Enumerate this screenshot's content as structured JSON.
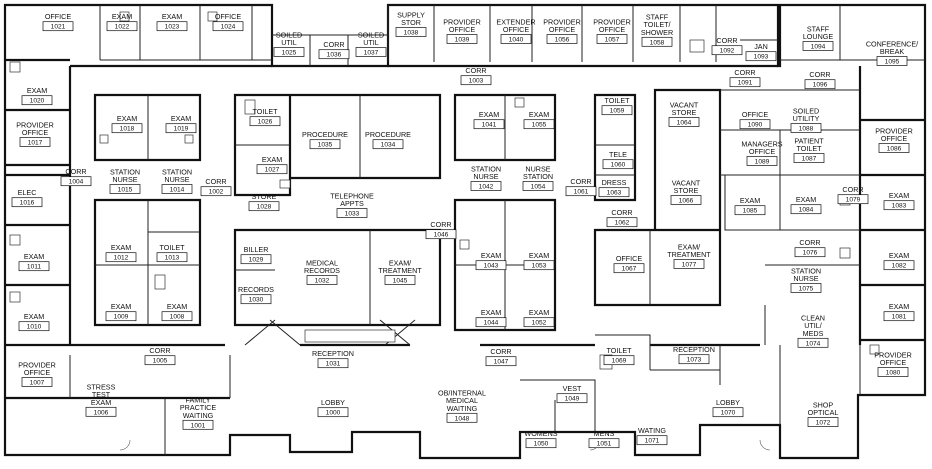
{
  "plan": {
    "title": ""
  },
  "rooms": [
    {
      "id": "office-1021",
      "name": [
        "OFFICE"
      ],
      "number": "1021"
    },
    {
      "id": "exam-1022",
      "name": [
        "EXAM"
      ],
      "number": "1022"
    },
    {
      "id": "exam-1023",
      "name": [
        "EXAM"
      ],
      "number": "1023"
    },
    {
      "id": "office-1024",
      "name": [
        "OFFICE"
      ],
      "number": "1024"
    },
    {
      "id": "soiled-util-1025",
      "name": [
        "SOILED",
        "UTIL"
      ],
      "number": "1025"
    },
    {
      "id": "corr-1036",
      "name": [
        "CORR"
      ],
      "number": "1036"
    },
    {
      "id": "soiled-util-1037",
      "name": [
        "SOILED",
        "UTIL"
      ],
      "number": "1037"
    },
    {
      "id": "supply-stor-1038",
      "name": [
        "SUPPLY",
        "STOR"
      ],
      "number": "1038"
    },
    {
      "id": "provider-office-1039",
      "name": [
        "PROVIDER",
        "OFFICE"
      ],
      "number": "1039"
    },
    {
      "id": "extender-office-1040",
      "name": [
        "EXTENDER",
        "OFFICE"
      ],
      "number": "1040"
    },
    {
      "id": "provider-office-1056",
      "name": [
        "PROVIDER",
        "OFFICE"
      ],
      "number": "1056"
    },
    {
      "id": "provider-office-1057",
      "name": [
        "PROVIDER",
        "OFFICE"
      ],
      "number": "1057"
    },
    {
      "id": "staff-toilet-shower-1058",
      "name": [
        "STAFF",
        "TOILET/",
        "SHOWER"
      ],
      "number": "1058"
    },
    {
      "id": "corr-1092",
      "name": [
        "CORR"
      ],
      "number": "1092"
    },
    {
      "id": "jan-1093",
      "name": [
        "JAN"
      ],
      "number": "1093"
    },
    {
      "id": "staff-lounge-1094",
      "name": [
        "STAFF",
        "LOUNGE"
      ],
      "number": "1094"
    },
    {
      "id": "conference-break-1095",
      "name": [
        "CONFERENCE/",
        "BREAK"
      ],
      "number": "1095"
    },
    {
      "id": "corr-1003",
      "name": [
        "CORR"
      ],
      "number": "1003"
    },
    {
      "id": "corr-1091",
      "name": [
        "CORR"
      ],
      "number": "1091"
    },
    {
      "id": "corr-1096",
      "name": [
        "CORR"
      ],
      "number": "1096"
    },
    {
      "id": "exam-1020",
      "name": [
        "EXAM"
      ],
      "number": "1020"
    },
    {
      "id": "provider-office-1017",
      "name": [
        "PROVIDER",
        "OFFICE"
      ],
      "number": "1017"
    },
    {
      "id": "exam-1018",
      "name": [
        "EXAM"
      ],
      "number": "1018"
    },
    {
      "id": "exam-1019",
      "name": [
        "EXAM"
      ],
      "number": "1019"
    },
    {
      "id": "toilet-1026",
      "name": [
        "TOILET"
      ],
      "number": "1026"
    },
    {
      "id": "procedure-1035",
      "name": [
        "PROCEDURE"
      ],
      "number": "1035"
    },
    {
      "id": "procedure-1034",
      "name": [
        "PROCEDURE"
      ],
      "number": "1034"
    },
    {
      "id": "exam-1041",
      "name": [
        "EXAM"
      ],
      "number": "1041"
    },
    {
      "id": "exam-1055",
      "name": [
        "EXAM"
      ],
      "number": "1055"
    },
    {
      "id": "toilet-1059",
      "name": [
        "TOILET"
      ],
      "number": "1059"
    },
    {
      "id": "vacant-store-1064",
      "name": [
        "VACANT",
        "STORE"
      ],
      "number": "1064"
    },
    {
      "id": "office-1090",
      "name": [
        "OFFICE"
      ],
      "number": "1090"
    },
    {
      "id": "soiled-utility-1088",
      "name": [
        "SOILED",
        "UTILITY"
      ],
      "number": "1088"
    },
    {
      "id": "provider-office-1086",
      "name": [
        "PROVIDER",
        "OFFICE"
      ],
      "number": "1086"
    },
    {
      "id": "managers-office-1089",
      "name": [
        "MANAGERS",
        "OFFICE"
      ],
      "number": "1089"
    },
    {
      "id": "patient-toilet-1087",
      "name": [
        "PATIENT",
        "TOILET"
      ],
      "number": "1087"
    },
    {
      "id": "corr-1004",
      "name": [
        "CORR"
      ],
      "number": "1004"
    },
    {
      "id": "station-nurse-1015",
      "name": [
        "STATION",
        "NURSE"
      ],
      "number": "1015"
    },
    {
      "id": "station-nurse-1014",
      "name": [
        "STATION",
        "NURSE"
      ],
      "number": "1014"
    },
    {
      "id": "corr-1002",
      "name": [
        "CORR"
      ],
      "number": "1002"
    },
    {
      "id": "exam-1027",
      "name": [
        "EXAM"
      ],
      "number": "1027"
    },
    {
      "id": "store-1028",
      "name": [
        "STORE"
      ],
      "number": "1028"
    },
    {
      "id": "telephone-appts-1033",
      "name": [
        "TELEPHONE",
        "APPTS"
      ],
      "number": "1033"
    },
    {
      "id": "station-nurse-1042",
      "name": [
        "STATION",
        "NURSE"
      ],
      "number": "1042"
    },
    {
      "id": "nurse-station-1054",
      "name": [
        "NURSE",
        "STATION"
      ],
      "number": "1054"
    },
    {
      "id": "corr-1061",
      "name": [
        "CORR"
      ],
      "number": "1061"
    },
    {
      "id": "tele-1060",
      "name": [
        "TELE"
      ],
      "number": "1060"
    },
    {
      "id": "dress-1063",
      "name": [
        "DRESS"
      ],
      "number": "1063"
    },
    {
      "id": "vacant-store-1066",
      "name": [
        "VACANT",
        "STORE"
      ],
      "number": "1066"
    },
    {
      "id": "exam-1085",
      "name": [
        "EXAM"
      ],
      "number": "1085"
    },
    {
      "id": "exam-1084",
      "name": [
        "EXAM"
      ],
      "number": "1084"
    },
    {
      "id": "corr-1079",
      "name": [
        "CORR"
      ],
      "number": "1079"
    },
    {
      "id": "exam-1083",
      "name": [
        "EXAM"
      ],
      "number": "1083"
    },
    {
      "id": "elec-1016",
      "name": [
        "ELEC"
      ],
      "number": "1016"
    },
    {
      "id": "corr-1062",
      "name": [
        "CORR"
      ],
      "number": "1062"
    },
    {
      "id": "corr-1046",
      "name": [
        "CORR"
      ],
      "number": "1046"
    },
    {
      "id": "exam-1012",
      "name": [
        "EXAM"
      ],
      "number": "1012"
    },
    {
      "id": "toilet-1013",
      "name": [
        "TOILET"
      ],
      "number": "1013"
    },
    {
      "id": "biller-1029",
      "name": [
        "BILLER"
      ],
      "number": "1029"
    },
    {
      "id": "medical-records-1032",
      "name": [
        "MEDICAL",
        "RECORDS"
      ],
      "number": "1032"
    },
    {
      "id": "exam-treatment-1045",
      "name": [
        "EXAM/",
        "TREATMENT"
      ],
      "number": "1045"
    },
    {
      "id": "exam-1043",
      "name": [
        "EXAM"
      ],
      "number": "1043"
    },
    {
      "id": "exam-1053",
      "name": [
        "EXAM"
      ],
      "number": "1053"
    },
    {
      "id": "office-1067",
      "name": [
        "OFFICE"
      ],
      "number": "1067"
    },
    {
      "id": "exam-treatment-1077",
      "name": [
        "EXAM/",
        "TREATMENT"
      ],
      "number": "1077"
    },
    {
      "id": "corr-1076",
      "name": [
        "CORR"
      ],
      "number": "1076"
    },
    {
      "id": "exam-1082",
      "name": [
        "EXAM"
      ],
      "number": "1082"
    },
    {
      "id": "exam-1011",
      "name": [
        "EXAM"
      ],
      "number": "1011"
    },
    {
      "id": "records-1030",
      "name": [
        "RECORDS"
      ],
      "number": "1030"
    },
    {
      "id": "station-nurse-1075",
      "name": [
        "STATION",
        "NURSE"
      ],
      "number": "1075"
    },
    {
      "id": "exam-1009",
      "name": [
        "EXAM"
      ],
      "number": "1009"
    },
    {
      "id": "exam-1008",
      "name": [
        "EXAM"
      ],
      "number": "1008"
    },
    {
      "id": "exam-1044",
      "name": [
        "EXAM"
      ],
      "number": "1044"
    },
    {
      "id": "exam-1052",
      "name": [
        "EXAM"
      ],
      "number": "1052"
    },
    {
      "id": "exam-1081",
      "name": [
        "EXAM"
      ],
      "number": "1081"
    },
    {
      "id": "exam-1010",
      "name": [
        "EXAM"
      ],
      "number": "1010"
    },
    {
      "id": "clean-util-meds-1074",
      "name": [
        "CLEAN",
        "UTIL/",
        "MEDS"
      ],
      "number": "1074"
    },
    {
      "id": "corr-1005",
      "name": [
        "CORR"
      ],
      "number": "1005"
    },
    {
      "id": "reception-1031",
      "name": [
        "RECEPTION"
      ],
      "number": "1031"
    },
    {
      "id": "corr-1047",
      "name": [
        "CORR"
      ],
      "number": "1047"
    },
    {
      "id": "toilet-1069",
      "name": [
        "TOILET"
      ],
      "number": "1069"
    },
    {
      "id": "reception-1073",
      "name": [
        "RECEPTION"
      ],
      "number": "1073"
    },
    {
      "id": "provider-office-1080",
      "name": [
        "PROVIDER",
        "OFFICE"
      ],
      "number": "1080"
    },
    {
      "id": "provider-office-1007",
      "name": [
        "PROVIDER",
        "OFFICE"
      ],
      "number": "1007"
    },
    {
      "id": "stress-test-exam-1006",
      "name": [
        "STRESS",
        "TEST",
        "EXAM"
      ],
      "number": "1006"
    },
    {
      "id": "family-practice-waiting-1001",
      "name": [
        "FAMILY",
        "PRACTICE",
        "WAITING"
      ],
      "number": "1001"
    },
    {
      "id": "lobby-1000",
      "name": [
        "LOBBY"
      ],
      "number": "1000"
    },
    {
      "id": "ob-internal-medical-waiting-1048",
      "name": [
        "OB/INTERNAL",
        "MEDICAL",
        "WAITING"
      ],
      "number": "1048"
    },
    {
      "id": "vest-1049",
      "name": [
        "VEST"
      ],
      "number": "1049"
    },
    {
      "id": "womens-1050",
      "name": [
        "WOMENS"
      ],
      "number": "1050"
    },
    {
      "id": "mens-1051",
      "name": [
        "MENS"
      ],
      "number": "1051"
    },
    {
      "id": "waiting-1071",
      "name": [
        "WATING"
      ],
      "number": "1071"
    },
    {
      "id": "lobby-1070",
      "name": [
        "LOBBY"
      ],
      "number": "1070"
    },
    {
      "id": "shop-optical-1072",
      "name": [
        "SHOP",
        "OPTICAL"
      ],
      "number": "1072"
    }
  ]
}
